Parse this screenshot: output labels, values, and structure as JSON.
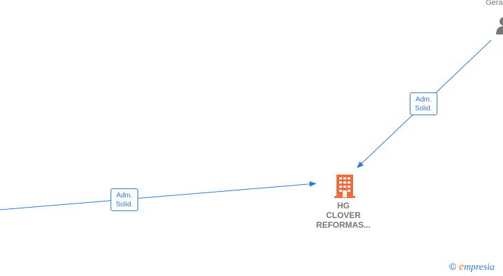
{
  "company": {
    "label_lines": [
      "HG",
      "CLOVER",
      "REFORMAS..."
    ],
    "icon": "building-icon",
    "color": "#f26b3a"
  },
  "person": {
    "name_partial": "Gera",
    "icon": "person-icon",
    "color": "#777777"
  },
  "edges": [
    {
      "label_lines": [
        "Adm.",
        "Solid."
      ],
      "from": "person-top-right",
      "to": "company"
    },
    {
      "label_lines": [
        "Adm.",
        "Solid."
      ],
      "from": "offscreen-left",
      "to": "company"
    }
  ],
  "watermark": {
    "copyright": "©",
    "brand_first": "e",
    "brand_rest": "mpresia"
  },
  "colors": {
    "edge": "#2f7bd1",
    "label_text": "#777777"
  }
}
